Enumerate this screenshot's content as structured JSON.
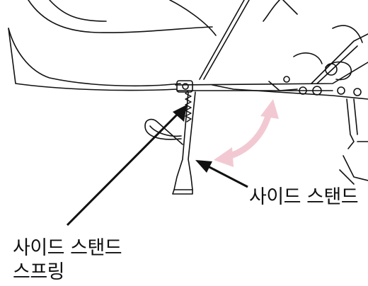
{
  "labels": {
    "side_stand": "사이드 스탠드",
    "side_stand_spring_line1": "사이드 스탠드",
    "side_stand_spring_line2": "스프링"
  },
  "colors": {
    "line": "#111111",
    "motion_arrow": "#f2c9d3",
    "background": "#ffffff"
  }
}
